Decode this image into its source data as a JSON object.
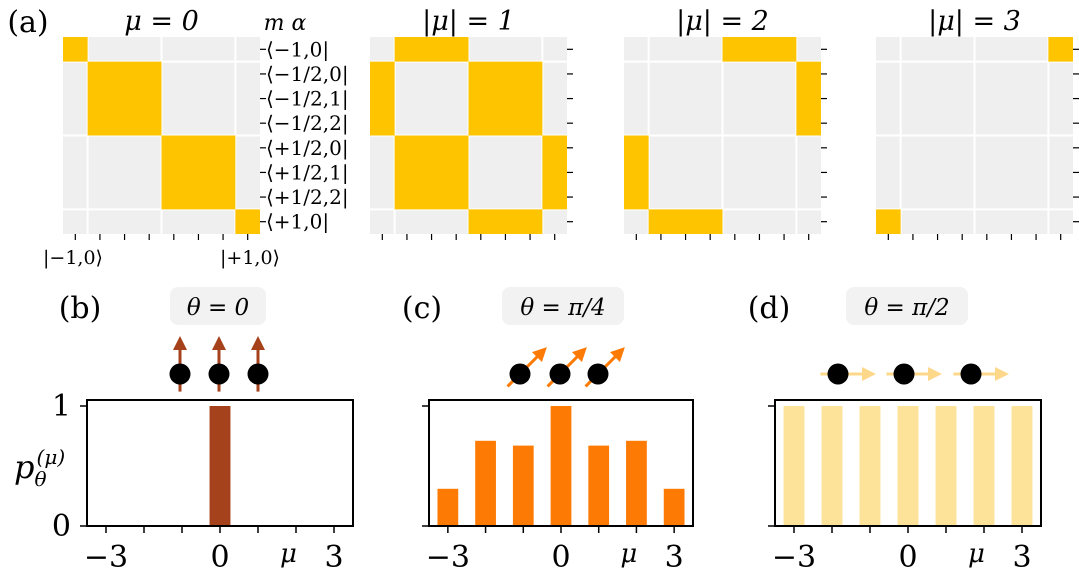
{
  "colors": {
    "panel_bg": "#efefef",
    "grid_line": "#ffffff",
    "block": "#ffc400",
    "bar_b": "#a5421c",
    "bar_c": "#fd7a05",
    "bar_d": "#fde29a",
    "arrow_d": "#fdd88a",
    "dot": "#000000",
    "theta_box": "#f2f2f2",
    "tick": "#000000"
  },
  "panel_a": {
    "label": "(a)",
    "col_header": "m α",
    "basis_states": [
      "⟨−1,0|",
      "⟨−1/2,0|",
      "⟨−1/2,1|",
      "⟨−1/2,2|",
      "⟨+1/2,0|",
      "⟨+1/2,1|",
      "⟨+1/2,2|",
      "⟨+1,0|"
    ],
    "bottom_labels": [
      "|−1,0⟩",
      "|+1,0⟩"
    ],
    "matrices": [
      {
        "title": "μ = 0",
        "blocks": [
          [
            0,
            0,
            1,
            1
          ],
          [
            1,
            1,
            3,
            3
          ],
          [
            4,
            4,
            3,
            3
          ],
          [
            7,
            7,
            1,
            1
          ]
        ]
      },
      {
        "title": "|μ| = 1",
        "blocks": [
          [
            0,
            1,
            1,
            3
          ],
          [
            1,
            0,
            3,
            1
          ],
          [
            1,
            4,
            3,
            3
          ],
          [
            4,
            1,
            3,
            3
          ],
          [
            4,
            7,
            3,
            1
          ],
          [
            7,
            4,
            1,
            3
          ]
        ]
      },
      {
        "title": "|μ| = 2",
        "blocks": [
          [
            0,
            4,
            1,
            3
          ],
          [
            1,
            7,
            3,
            1
          ],
          [
            4,
            0,
            3,
            1
          ],
          [
            7,
            1,
            1,
            3
          ]
        ]
      },
      {
        "title": "|μ| = 3",
        "blocks": [
          [
            0,
            7,
            1,
            1
          ],
          [
            7,
            0,
            1,
            1
          ]
        ]
      }
    ]
  },
  "chart_data": [
    {
      "type": "bar",
      "panel": "(b)",
      "annotation": "θ = 0",
      "ylabel": "p_θ^(μ)",
      "xlabel": "μ",
      "x": [
        -3,
        -2,
        -1,
        0,
        1,
        2,
        3
      ],
      "values": [
        0,
        0,
        0,
        1.0,
        0,
        0,
        0
      ],
      "xlim": [
        -3.5,
        3.5
      ],
      "ylim": [
        0,
        1.05
      ],
      "yticks": [
        0,
        1
      ],
      "xticks": [
        -3,
        0,
        3
      ],
      "spin_angle_deg": 0
    },
    {
      "type": "bar",
      "panel": "(c)",
      "annotation": "θ = π/4",
      "xlabel": "μ",
      "x": [
        -3,
        -2,
        -1,
        0,
        1,
        2,
        3
      ],
      "values": [
        0.31,
        0.71,
        0.67,
        1.0,
        0.67,
        0.71,
        0.31
      ],
      "xlim": [
        -3.5,
        3.5
      ],
      "ylim": [
        0,
        1.05
      ],
      "xticks": [
        -3,
        0,
        3
      ],
      "spin_angle_deg": 45
    },
    {
      "type": "bar",
      "panel": "(d)",
      "annotation": "θ = π/2",
      "xlabel": "μ",
      "x": [
        -3,
        -2,
        -1,
        0,
        1,
        2,
        3
      ],
      "values": [
        1.0,
        1.0,
        1.0,
        1.0,
        1.0,
        1.0,
        1.0
      ],
      "xlim": [
        -3.5,
        3.5
      ],
      "ylim": [
        0,
        1.05
      ],
      "xticks": [
        -3,
        0,
        3
      ],
      "spin_angle_deg": 90
    }
  ]
}
